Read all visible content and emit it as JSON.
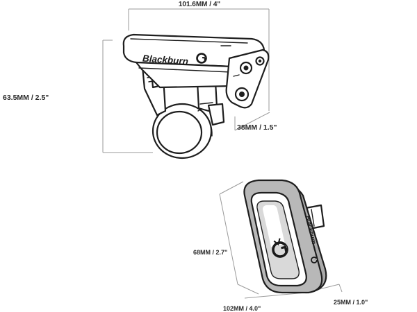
{
  "front_light": {
    "width_dimension": "101.6MM / 4\"",
    "height_dimension": "63.5MM / 2.5\"",
    "depth_dimension": "38MM / 1.5\"",
    "brand_text": "Blackburn"
  },
  "rear_light": {
    "height_dimension": "68MM / 2.7\"",
    "width_dimension": "102MM / 4.0\"",
    "depth_dimension": "25MM / 1.0\"",
    "brand_text": "Blackburn"
  },
  "colors": {
    "outline": "#1e1e1e",
    "body_fill": "#ffffff",
    "rear_shell": "#b8b8b8",
    "rear_lens": "#d9d9d9",
    "dimension_line": "#9a9a9a"
  }
}
